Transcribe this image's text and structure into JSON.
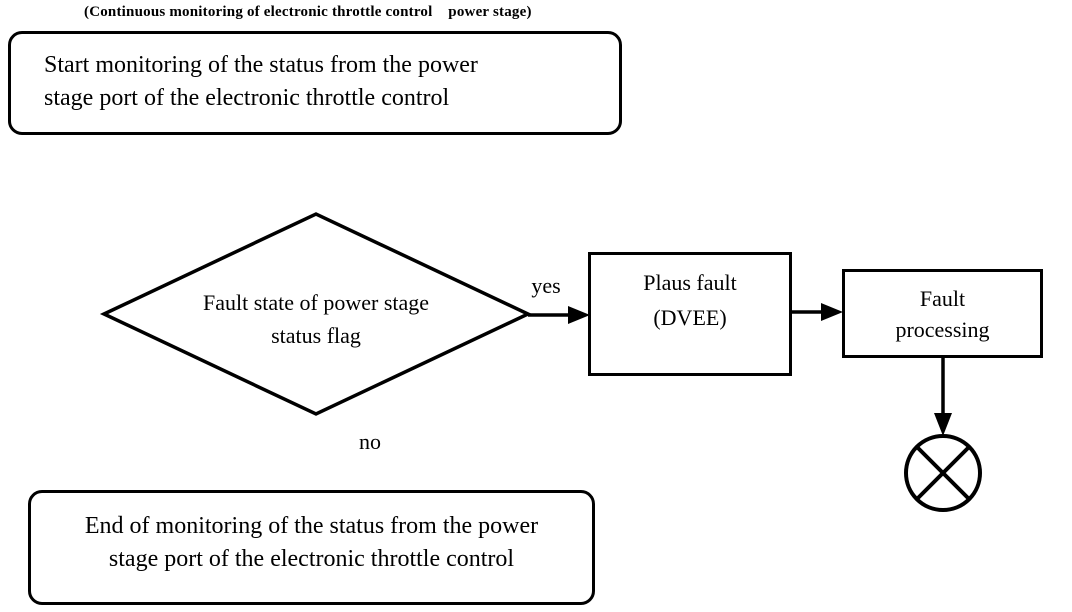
{
  "title": "(Continuous monitoring of electronic throttle control    power stage)",
  "nodes": {
    "start": {
      "lines": [
        "Start monitoring of the status from the power",
        "stage port of the electronic throttle control"
      ]
    },
    "decision": {
      "lines": [
        "Fault state of power stage",
        "status flag"
      ]
    },
    "plaus_fault": {
      "lines": [
        "Plaus fault",
        "(DVEE)"
      ]
    },
    "fault_processing": {
      "lines": [
        "Fault",
        "processing"
      ]
    },
    "end": {
      "lines": [
        "End of monitoring of the status from the power",
        "stage port of the electronic throttle control"
      ]
    }
  },
  "edges": {
    "yes_label": "yes",
    "no_label": "no"
  },
  "colors": {
    "ink": "#000000",
    "paper": "#ffffff"
  }
}
